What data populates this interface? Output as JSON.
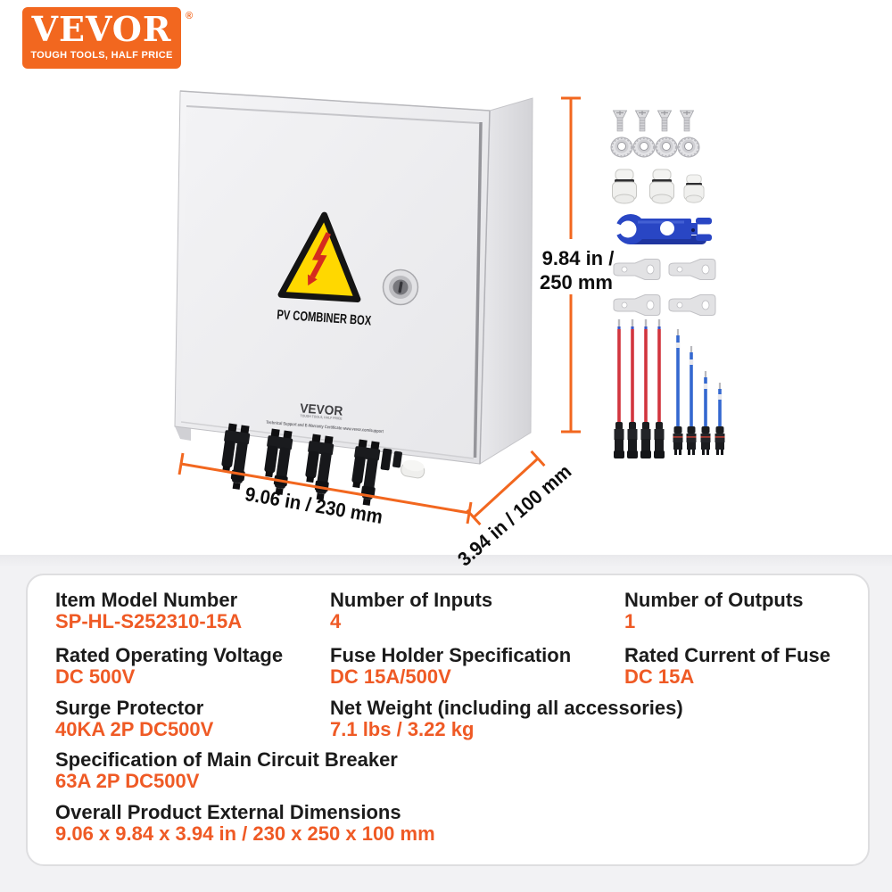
{
  "brand": {
    "name": "VEVOR",
    "registered": "®",
    "tagline": "TOUGH TOOLS, HALF PRICE",
    "color": "#F2671F"
  },
  "product": {
    "warning_text": "PV COMBINER BOX",
    "box_logo": "VEVOR",
    "box_logo_tagline": "TOUGH TOOLS, HALF PRICE",
    "box_support_line": "Technical Support and E-Warranty Certificate www.vevor.com/support"
  },
  "dimensions": {
    "height_line1": "9.84 in /",
    "height_line2": "250 mm",
    "width": "9.06 in / 230 mm",
    "depth": "3.94 in / 100 mm"
  },
  "specs": [
    {
      "label": "Item Model Number",
      "value": "SP-HL-S252310-15A"
    },
    {
      "label": "Number of Inputs",
      "value": "4"
    },
    {
      "label": "Number of Outputs",
      "value": "1"
    },
    {
      "label": "Rated Operating Voltage",
      "value": "DC 500V"
    },
    {
      "label": "Fuse Holder Specification",
      "value": "DC 15A/500V"
    },
    {
      "label": "Rated Current of Fuse",
      "value": "DC 15A"
    },
    {
      "label": "Surge Protector",
      "value": "40KA 2P DC500V"
    },
    {
      "label": "Net Weight (including all accessories)",
      "value": "7.1 lbs / 3.22 kg"
    },
    {
      "label": "Specification of Main Circuit Breaker",
      "value": "63A 2P DC500V"
    },
    {
      "label": "Overall Product External Dimensions",
      "value": "9.06 x 9.84 x 3.94 in / 230 x 250 x 100 mm"
    }
  ]
}
